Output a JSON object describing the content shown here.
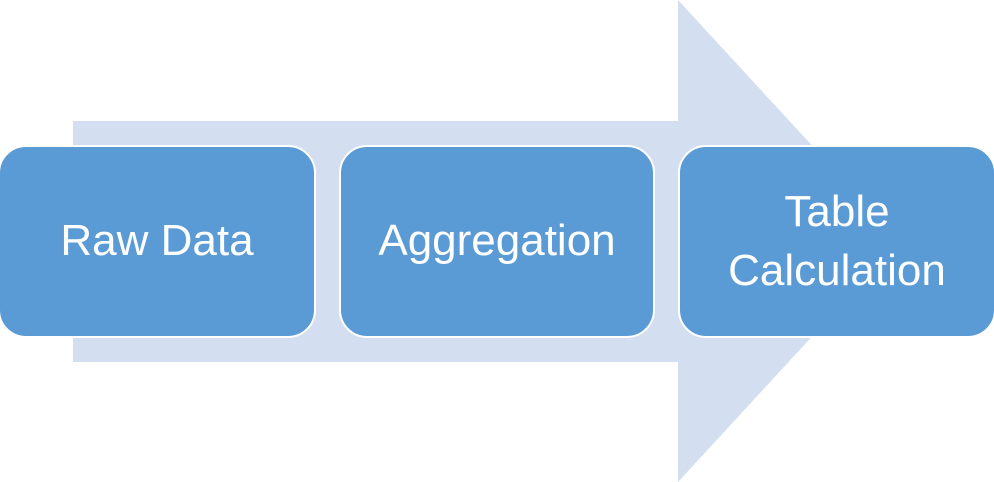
{
  "colors": {
    "arrow_fill": "#d3dff0",
    "box_fill": "#5b9bd5",
    "box_border": "#ffffff",
    "text": "#ffffff"
  },
  "steps": [
    {
      "label": "Raw Data"
    },
    {
      "label": "Aggregation"
    },
    {
      "label": "Table\nCalculation"
    }
  ]
}
